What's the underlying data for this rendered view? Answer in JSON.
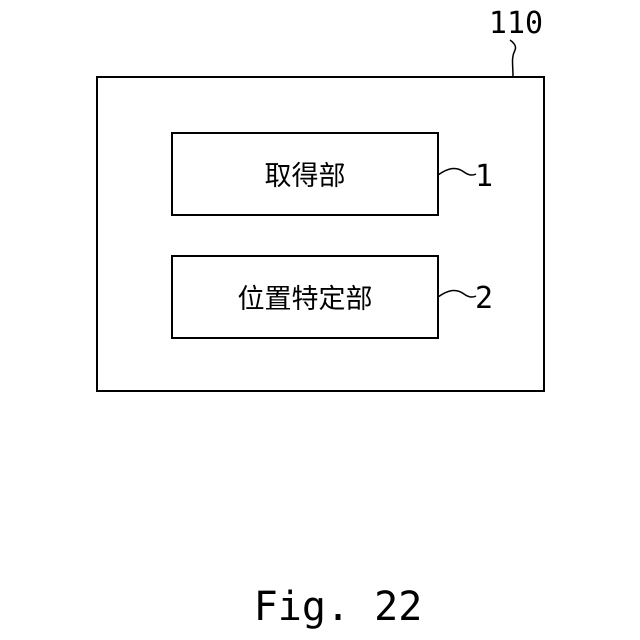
{
  "diagram": {
    "outer_block": {
      "ref": "110"
    },
    "blocks": [
      {
        "label": "取得部",
        "ref": "1"
      },
      {
        "label": "位置特定部",
        "ref": "2"
      }
    ]
  },
  "caption": "Fig. 22"
}
